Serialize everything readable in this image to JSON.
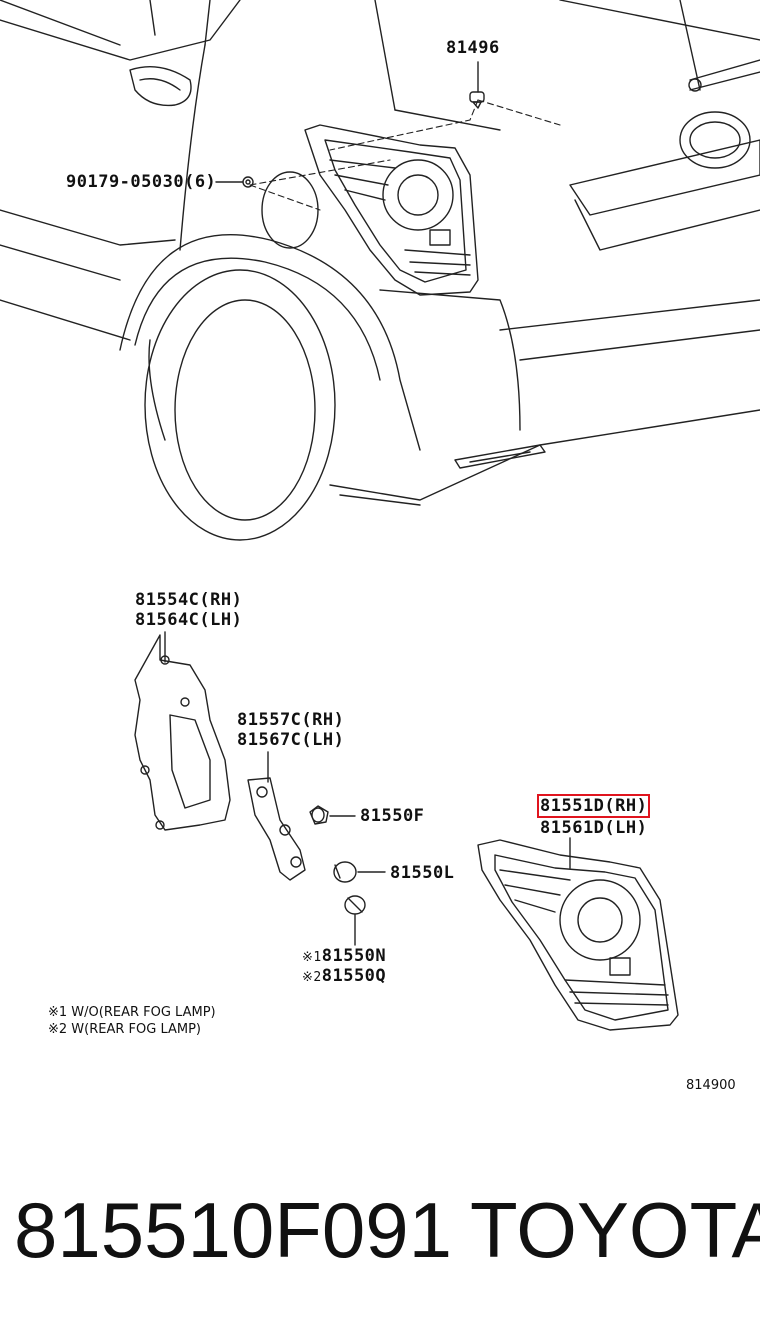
{
  "labels": {
    "p81496": "81496",
    "p90179": "90179-05030(6)",
    "p81554c": "81554C(RH)",
    "p81564c": "81564C(LH)",
    "p81557c": "81557C(RH)",
    "p81567c": "81567C(LH)",
    "p81550f": "81550F",
    "p81550l": "81550L",
    "p81551d": "81551D(RH)",
    "p81561d": "81561D(LH)",
    "p81550n_mark": "※1",
    "p81550n": "81550N",
    "p81550q_mark": "※2",
    "p81550q": "81550Q"
  },
  "notes": {
    "note1": "※1 W/O(REAR FOG LAMP)",
    "note2": "※2 W(REAR FOG LAMP)"
  },
  "diagram_code": "814900",
  "footer": {
    "part_number": "815510F091",
    "brand": "TOYOTA"
  },
  "colors": {
    "highlight": "#e0141e",
    "line": "#222222"
  }
}
